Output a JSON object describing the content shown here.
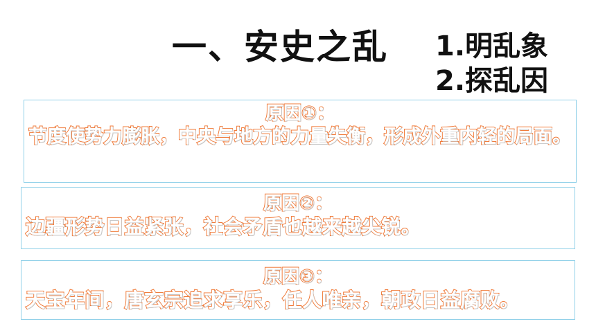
{
  "title": {
    "main": "一、安史之乱",
    "sub1": "1.明乱象",
    "sub2": "2.探乱因"
  },
  "causes": [
    {
      "heading": "原因①：",
      "text": "节度使势力膨胀，中央与地方的力量失衡，形成外重内轻的局面。"
    },
    {
      "heading": "原因②：",
      "text": "边疆形势日益紧张，社会矛盾也越来越尖锐。"
    },
    {
      "heading": "原因③：",
      "text": "天宝年间，唐玄宗追求享乐，任人唯亲，朝政日益腐败。"
    }
  ],
  "colors": {
    "text_outline": "#f07b3a",
    "box_border": "#8fd0e8",
    "title": "#111111"
  }
}
